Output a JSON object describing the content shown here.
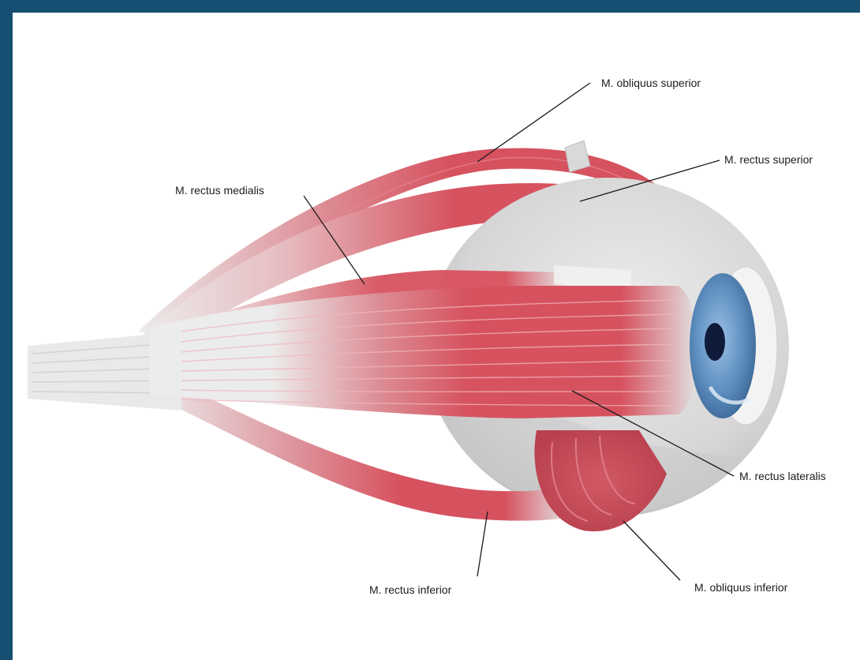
{
  "labels": {
    "obliquus_superior": "M. obliquus superior",
    "rectus_superior": "M. rectus superior",
    "rectus_medialis": "M. rectus medialis",
    "rectus_lateralis": "M. rectus lateralis",
    "rectus_inferior": "M. rectus inferior",
    "obliquus_inferior": "M. obliquus inferior"
  },
  "colors": {
    "frame": "#174f73",
    "background": "#ffffff",
    "muscle": "#d9535f",
    "tendon": "#e4e4e4",
    "sclera": "#d7d7d7",
    "iris": "#5b8fbf",
    "pupil": "#0f1b3a",
    "leader_line": "#1a1a1a"
  }
}
